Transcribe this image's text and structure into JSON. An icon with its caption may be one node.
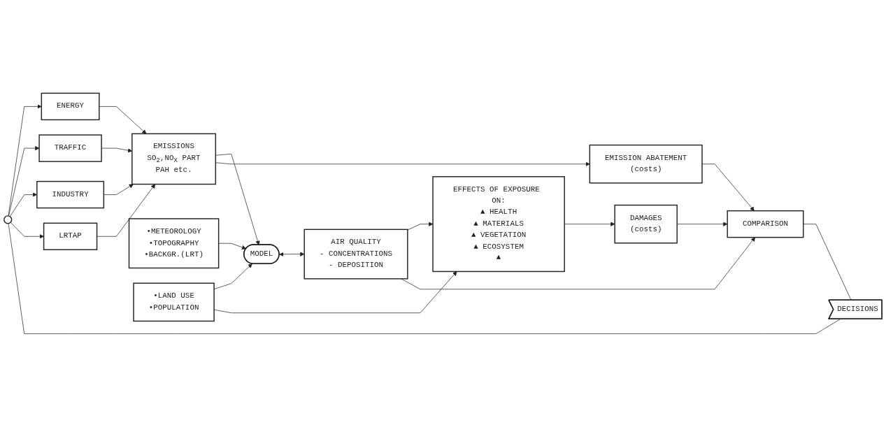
{
  "diagram": {
    "nodes": [
      {
        "text": [
          "•METEOROLOGY",
          "•TOPOGRAPHY",
          "•BACKGR.(LRT)"
        ]
      },
      {
        "text": [
          "•LAND USE",
          "•POPULATION"
        ]
      },
      {
        "text": [
          "EFFECTS OF EXPOSURE ON:",
          "▲ HEALTH",
          "▲ MATERIALS",
          "▲ VEGETATION",
          "▲ ECOSYSTEM",
          "▲"
        ]
      },
      {
        "text": [
          "MODEL"
        ]
      },
      {
        "text": [
          "AIR QUALITY",
          "- CONCENTRATIONS",
          "- DEPOSITION"
        ]
      },
      {
        "text": [
          "ENERGY"
        ]
      },
      {
        "text": [
          "TRAFFIC"
        ]
      },
      {
        "text": [
          "INDUSTRY"
        ]
      },
      {
        "text": [
          "LRTAP"
        ]
      },
      {
        "text": [
          "EMISSIONS",
          "SO$_{2}$,NO$_{X}$ PART",
          "PAH etc."
        ]
      },
      {
        "text": [
          "EMISSION ABATEMENT",
          "(costs)"
        ]
      },
      {
        "text": [
          "COMPARISON"
        ]
      },
      {
        "text": [
          "DAMAGES",
          "(costs)"
        ]
      },
      {
        "text": [
          "DECISIONS"
        ]
      },
      {
        "text": [],
        "shape": "circle"
      }
    ],
    "edges": [
      {
        "from": 0,
        "to": 3,
        "arrow": "to"
      },
      {
        "from": 1,
        "to": 3,
        "arrow": "to"
      },
      {
        "from": 1,
        "to": 2,
        "arrow": "to"
      },
      {
        "from": 3,
        "to": 4,
        "arrow": "both"
      },
      {
        "from": 4,
        "to": 2,
        "arrow": "to"
      },
      {
        "from": 9,
        "to": 3,
        "arrow": "to"
      },
      {
        "from": 14,
        "to": 5,
        "arrow": "to"
      },
      {
        "from": 14,
        "to": 6,
        "arrow": "to"
      },
      {
        "from": 14,
        "to": 7,
        "arrow": "to"
      },
      {
        "from": 14,
        "to": 8,
        "arrow": "to"
      },
      {
        "from": 5,
        "to": 9,
        "arrow": "to"
      },
      {
        "from": 6,
        "to": 9,
        "arrow": "to"
      },
      {
        "from": 7,
        "to": 9,
        "arrow": "to"
      },
      {
        "from": 8,
        "to": 9,
        "arrow": "to"
      },
      {
        "from": 9,
        "to": 10,
        "arrow": "to"
      },
      {
        "from": 10,
        "to": 11,
        "arrow": "to"
      },
      {
        "from": 4,
        "to": 11,
        "arrow": "to"
      },
      {
        "from": 2,
        "to": 12,
        "arrow": "to"
      },
      {
        "from": 12,
        "to": 11,
        "arrow": "to"
      },
      {
        "from": 11,
        "to": 13,
        "arrow": "none"
      },
      {
        "from": 13,
        "to": 14,
        "arrow": "none"
      }
    ]
  }
}
